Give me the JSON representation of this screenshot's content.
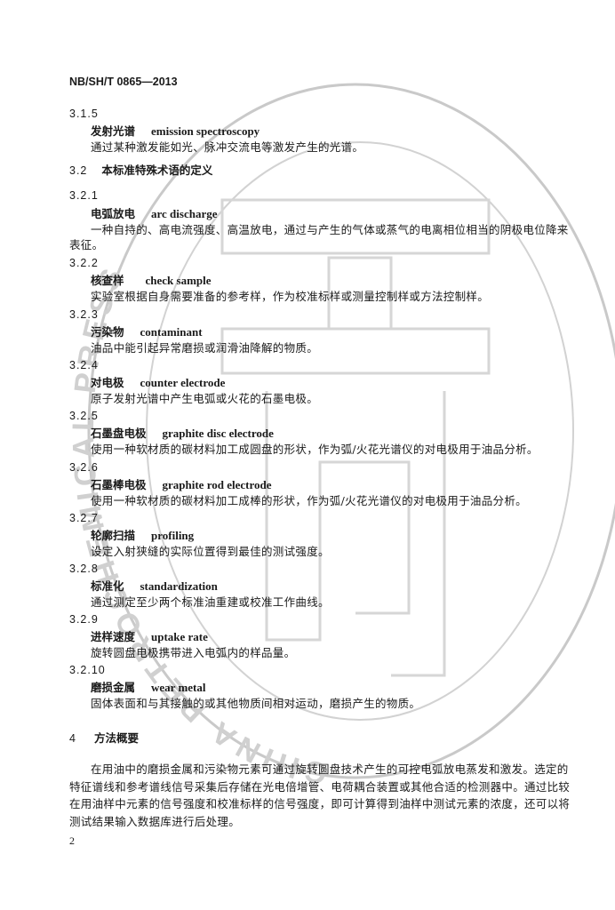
{
  "header": {
    "standard_code": "NB/SH/T 0865—2013"
  },
  "terms": [
    {
      "num": "3.1.5",
      "cn": "发射光谱",
      "en": "emission spectroscopy",
      "def": "通过某种激发能如光、脉冲交流电等激发产生的光谱。"
    },
    {
      "num": "3.2",
      "section_title": "本标准特殊术语的定义"
    },
    {
      "num": "3.2.1",
      "cn": "电弧放电",
      "en": "arc discharge",
      "def_line1": "一种自持的、高电流强度、高温放电，通过与产生的气体或蒸气的电离相位相当的阴极电位降来",
      "def_line2": "表征。"
    },
    {
      "num": "3.2.2",
      "cn": "核查样",
      "en": "check sample",
      "def": "实验室根据自身需要准备的参考样，作为校准标样或测量控制样或方法控制样。"
    },
    {
      "num": "3.2.3",
      "cn": "污染物",
      "en": "contaminant",
      "def": "油品中能引起异常磨损或润滑油降解的物质。"
    },
    {
      "num": "3.2.4",
      "cn": "对电极",
      "en": "counter electrode",
      "def": "原子发射光谱中产生电弧或火花的石墨电极。"
    },
    {
      "num": "3.2.5",
      "cn": "石墨盘电极",
      "en": "graphite disc electrode",
      "def": "使用一种软材质的碳材料加工成圆盘的形状，作为弧/火花光谱仪的对电极用于油品分析。"
    },
    {
      "num": "3.2.6",
      "cn": "石墨棒电极",
      "en": "graphite rod electrode",
      "def": "使用一种软材质的碳材料加工成棒的形状，作为弧/火花光谱仪的对电极用于油品分析。"
    },
    {
      "num": "3.2.7",
      "cn": "轮廓扫描",
      "en": "profiling",
      "def": "设定入射狭缝的实际位置得到最佳的测试强度。"
    },
    {
      "num": "3.2.8",
      "cn": "标准化",
      "en": "standardization",
      "def": "通过测定至少两个标准油重建或校准工作曲线。"
    },
    {
      "num": "3.2.9",
      "cn": "进样速度",
      "en": "uptake rate",
      "def": "旋转圆盘电极携带进入电弧内的样品量。"
    },
    {
      "num": "3.2.10",
      "cn": "磨损金属",
      "en": "wear metal",
      "def": "固体表面和与其接触的或其他物质间相对运动，磨损产生的物质。"
    }
  ],
  "section4": {
    "num": "4",
    "title": "方法概要",
    "para_lines": [
      "在用油中的磨损金属和污染物元素可通过旋转圆盘技术产生的可控电弧放电蒸发和激发。选定的",
      "特征谱线和参考谱线信号采集后存储在光电倍增管、电荷耦合装置或其他合适的检测器中。通过比较",
      "在用油样中元素的信号强度和校准标样的信号强度，即可计算得到油样中测试元素的浓度，还可以将",
      "测试结果输入数据库进行后处理。"
    ]
  },
  "footer": {
    "page_number": "2"
  },
  "watermark": {
    "ring_text": "CHINA PETROCHEMICAL PRESS"
  }
}
